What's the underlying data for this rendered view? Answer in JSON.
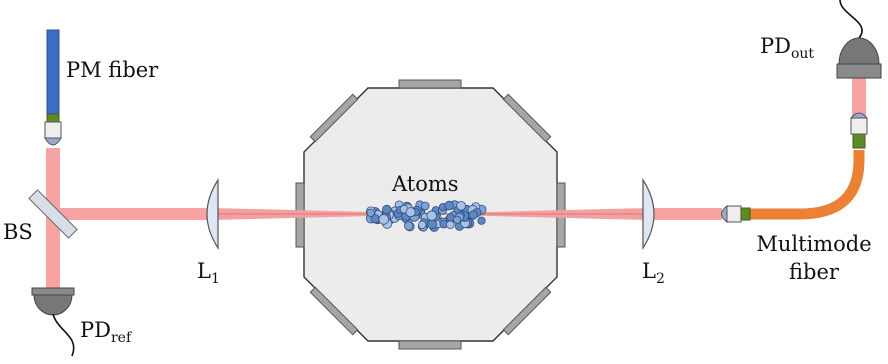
{
  "labels": {
    "pm_fiber": "PM fiber",
    "bs": "BS",
    "pd_ref_main": "PD",
    "pd_ref_sub": "ref",
    "l1_main": "L",
    "l1_sub": "1",
    "l2_main": "L",
    "l2_sub": "2",
    "atoms": "Atoms",
    "pd_out_main": "PD",
    "pd_out_sub": "out",
    "multimode_line1": "Multimode",
    "multimode_line2": "fiber"
  },
  "colors": {
    "beam": "#f7a3a3",
    "beam_thin": "#ee8b8b",
    "pm_fiber": "#3d6cc4",
    "multimode_fiber": "#ea8134",
    "connector_green": "#5e8a2a",
    "detector_gray": "#777777",
    "chamber_fill": "#ececec",
    "atom_fill": "#7fa3d3"
  }
}
